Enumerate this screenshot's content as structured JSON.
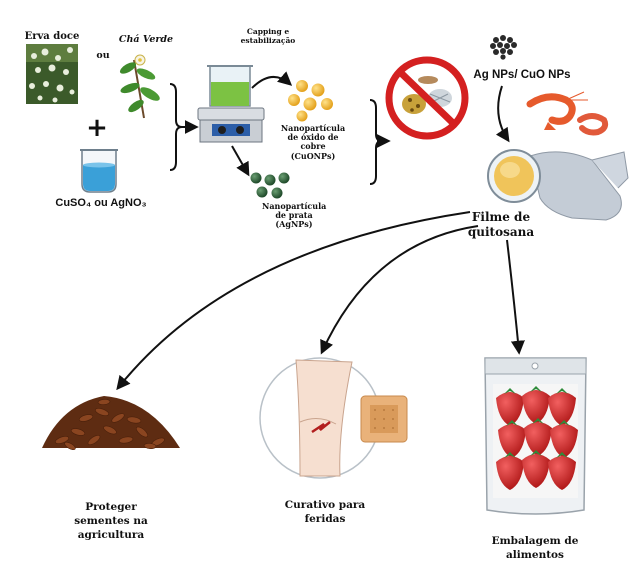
{
  "inputs": {
    "fennel": "Erva doce",
    "or_1": "ou",
    "green_tea": "Chá Verde",
    "plus": "+",
    "salts": "CuSO₄ ou AgNO₃"
  },
  "synthesis": {
    "capping": "Capping e estabilização",
    "cuo_np": "Nanopartícula de óxido de cobre (CuONPs)",
    "ag_np": "Nanopartícula de prata (AgNPs)"
  },
  "application": {
    "nps_label": "Ag NPs/ CuO NPs",
    "film_line1": "Filme de",
    "film_line2": "quitosana"
  },
  "outcomes": {
    "seeds": [
      "Proteger",
      "sementes na",
      "agricultura"
    ],
    "wound": [
      "Curativo para",
      "feridas"
    ],
    "packaging": [
      "Embalagem de",
      "alimentos"
    ]
  },
  "colors": {
    "cuo": "#f0b429",
    "ag": "#2f5e3a",
    "solution": "#3aa0d8",
    "green_liquid": "#7cc243",
    "prohibited": "#d42020",
    "seed": "#7a3d1c",
    "strawberry": "#d62828",
    "bandage": "#e9b27a"
  },
  "icons": [
    "fennel-photo",
    "tea-plant-icon",
    "beaker-icon",
    "magnetic-stirrer-icon",
    "no-microbes-sign-icon",
    "nanoparticle-cluster-icon",
    "shrimp-icon",
    "gloved-hand-petri-dish-icon",
    "flax-seeds-icon",
    "knee-wound-icon",
    "bandage-icon",
    "strawberry-package-icon"
  ]
}
